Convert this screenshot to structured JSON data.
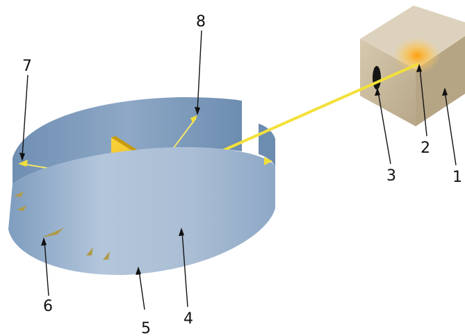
{
  "labels": {
    "l1": "1",
    "l2": "2",
    "l3": "3",
    "l4": "4",
    "l5": "5",
    "l6": "6",
    "l7": "7",
    "l8": "8"
  },
  "colors": {
    "beam": "#f3e03a",
    "foil": "#f2c21b",
    "screen": "#8da7c4",
    "box": "#c8b89b",
    "glow": "#ffb020"
  }
}
